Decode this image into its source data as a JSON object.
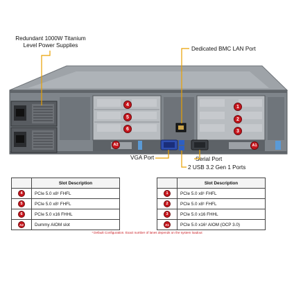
{
  "callouts": {
    "psu": "Redundant  1000W Titanium",
    "psu2": "Level Power Supplies",
    "bmc": "Dedicated BMC LAN Port",
    "vga": "VGA Port",
    "serial": "Serial Port",
    "usb": "2 USB 3.2 Gen 1 Ports"
  },
  "badges": [
    "4",
    "5",
    "6",
    "A2",
    "1",
    "2",
    "3",
    "A1"
  ],
  "left_table": {
    "header": "Slot Description",
    "rows": [
      {
        "badge": "4",
        "desc": "PCIe 5.0 x8¹ FHFL"
      },
      {
        "badge": "5",
        "desc": "PCIe 5.0 x8¹ FHFL"
      },
      {
        "badge": "6",
        "desc": "PCIe 5.0 x16 FHHL"
      },
      {
        "badge": "A2",
        "desc": "Dummy AIOM slot"
      }
    ]
  },
  "right_table": {
    "header": "Slot Description",
    "rows": [
      {
        "badge": "1",
        "desc": "PCIe 5.0 x8¹ FHFL"
      },
      {
        "badge": "2",
        "desc": "PCIe 5.0 x8¹ FHFL"
      },
      {
        "badge": "3",
        "desc": "PCIe 5.0 x16 FHHL"
      },
      {
        "badge": "A1",
        "desc": "PCIe 5.0 x16¹ AIOM (OCP 3.0)"
      }
    ]
  },
  "footnote": "¹ Default Configuration. Exact number of lanes depends on the system loadout",
  "colors": {
    "badge": "#c8161d",
    "callout": "#e9a000",
    "chassis": "#8c9096"
  }
}
